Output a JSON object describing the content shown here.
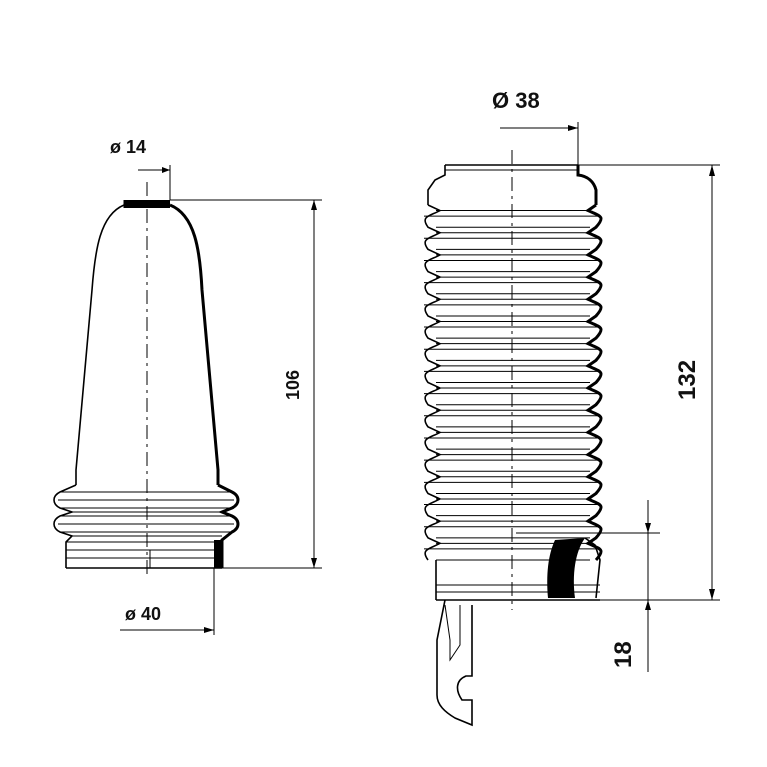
{
  "dimensions": {
    "small_boot_top_diameter": "ø 14",
    "small_boot_height": "106",
    "small_boot_bottom_diameter": "ø 40",
    "large_boot_top_diameter": "Ø 38",
    "large_boot_height": "132",
    "large_boot_bottom_offset": "18"
  },
  "colors": {
    "line": "#000000",
    "background": "#ffffff",
    "fill_dark": "#000000"
  }
}
